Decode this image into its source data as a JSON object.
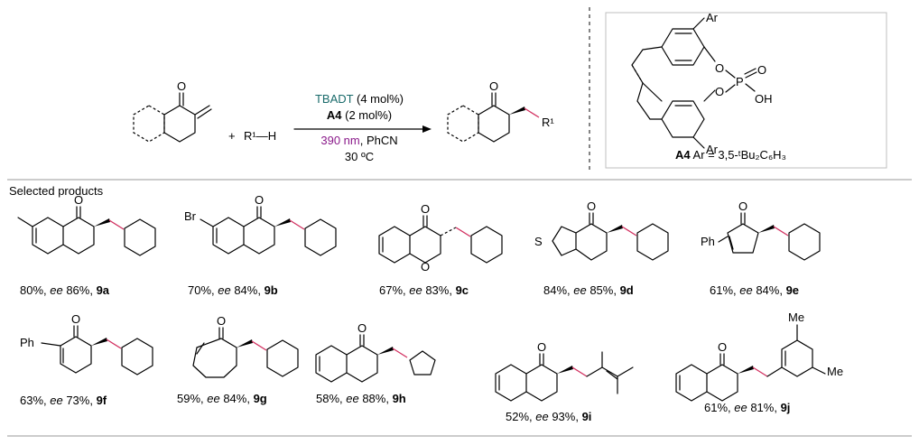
{
  "colors": {
    "catalyst": "#1a6b6b",
    "light": "#8a1a8a",
    "new_bond": "#d23060",
    "ink": "#000000"
  },
  "reaction": {
    "reactant_plus": "+",
    "reactant_rh": "R¹—H",
    "cond_catalyst": "TBADT",
    "cond_catalyst_load": " (4 mol%)",
    "cond_ligand": "A4",
    "cond_ligand_load": " (2 mol%)",
    "cond_light": "390 nm",
    "cond_solvent": ", PhCN",
    "cond_temp": "30 ºC",
    "product_r": "R¹"
  },
  "catalyst": {
    "label": "A4",
    "ar_formula": "Ar = 3,5-ᵗBu₂C₆H₃",
    "ar_top": "Ar",
    "ar_bottom": "Ar",
    "o1": "O",
    "o2": "O",
    "p": "P",
    "o_double": "O",
    "oh": "OH"
  },
  "section_title": "Selected products",
  "products": [
    {
      "yield": "80%, ",
      "ee_label": "ee",
      "ee_val": "  86%, ",
      "id": "9a",
      "atoms": [
        "O"
      ]
    },
    {
      "yield": "70%, ",
      "ee_label": "ee",
      "ee_val": " 84%, ",
      "id": "9b",
      "atoms": [
        "O",
        "Br"
      ]
    },
    {
      "yield": "67%, ",
      "ee_label": "ee",
      "ee_val": " 83%, ",
      "id": "9c",
      "atoms": [
        "O",
        "O"
      ]
    },
    {
      "yield": "84%, ",
      "ee_label": "ee",
      "ee_val": " 85%, ",
      "id": "9d",
      "atoms": [
        "O",
        "S"
      ]
    },
    {
      "yield": "61%,  ",
      "ee_label": "ee",
      "ee_val": " 84%, ",
      "id": "9e",
      "atoms": [
        "O",
        "Ph"
      ]
    },
    {
      "yield": "63%, ",
      "ee_label": "ee",
      "ee_val": " 73%, ",
      "id": "9f",
      "atoms": [
        "O",
        "Ph"
      ]
    },
    {
      "yield": "59%, ",
      "ee_label": "ee",
      "ee_val": " 84%, ",
      "id": "9g",
      "atoms": [
        "O"
      ]
    },
    {
      "yield": "58%, ",
      "ee_label": "ee",
      "ee_val": " 88%, ",
      "id": "9h",
      "atoms": [
        "O"
      ]
    },
    {
      "yield": "52%, ",
      "ee_label": "ee",
      "ee_val": " 93%, ",
      "id": "9i",
      "atoms": [
        "O"
      ]
    },
    {
      "yield": "61%, ",
      "ee_label": "ee",
      "ee_val": " 81%, ",
      "id": "9j",
      "atoms": [
        "O",
        "Me",
        "Me"
      ]
    }
  ]
}
